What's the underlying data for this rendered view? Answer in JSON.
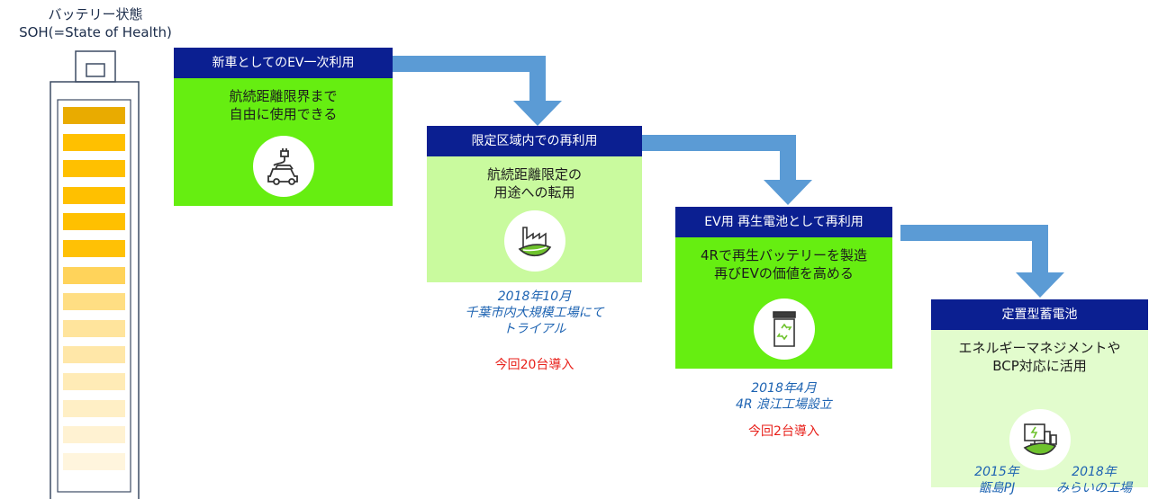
{
  "battery": {
    "title_line1": "バッテリー状態",
    "title_line2": "SOH(=State of Health)",
    "cell_colors": [
      "#e9ab00",
      "#ffc000",
      "#ffc000",
      "#ffc000",
      "#ffc000",
      "#ffc105",
      "#ffd35a",
      "#ffde83",
      "#ffe49c",
      "#ffe7a8",
      "#ffebb6",
      "#ffefc5",
      "#fff2d2",
      "#fff5dd"
    ]
  },
  "stages": [
    {
      "header": "新車としてのEV一次利用",
      "desc_line1": "航続距離限界まで",
      "desc_line2": "自由に使用できる",
      "icon": "ev-charging-car-icon"
    },
    {
      "header": "限定区域内での再利用",
      "desc_line1": "航続距離限定の",
      "desc_line2": "用途への転用",
      "icon": "factory-leaf-icon"
    },
    {
      "header": "EV用 再生電池として再利用",
      "desc_line1": "4Rで再生バッテリーを製造",
      "desc_line2": "再びEVの価値を高める",
      "icon": "recycle-bin-icon"
    },
    {
      "header": "定置型蓄電池",
      "desc_line1": "エネルギーマネジメントや",
      "desc_line2": "BCP対応に活用",
      "icon": "storage-charging-icon"
    }
  ],
  "notes": {
    "stage2_line1": "2018年10月",
    "stage2_line2": "千葉市内大規模工場にて",
    "stage2_line3": "トライアル",
    "stage2_red": "今回20台導入",
    "stage3_line1": "2018年4月",
    "stage3_line2": "4R 浪江工場設立",
    "stage3_red": "今回2台導入",
    "stage4_a_line1": "2015年",
    "stage4_a_line2": "甑島PJ",
    "stage4_b_line1": "2018年",
    "stage4_b_line2": "みらいの工場"
  },
  "colors": {
    "header": "#0b1f91",
    "green_bright": "#66ee11",
    "green_light": "#c9fa9e",
    "green_pale": "#e2fccd",
    "arrow": "#5b9bd5",
    "note_blue": "#1d63b2",
    "note_red": "#e8211b"
  }
}
